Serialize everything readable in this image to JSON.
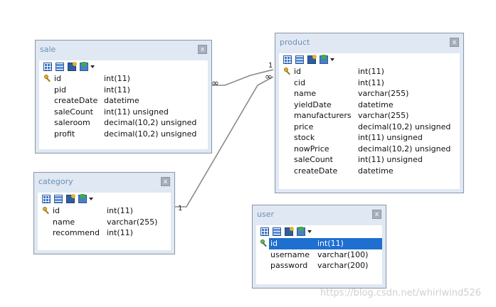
{
  "tables": {
    "sale": {
      "title": "sale",
      "close": "x",
      "rows": [
        {
          "name": "id",
          "type": "int(11)"
        },
        {
          "name": "pid",
          "type": "int(11)"
        },
        {
          "name": "createDate",
          "type": "datetime"
        },
        {
          "name": "saleCount",
          "type": "int(11) unsigned"
        },
        {
          "name": "saleroom",
          "type": "decimal(10,2) unsigned"
        },
        {
          "name": "profit",
          "type": "decimal(10,2) unsigned"
        }
      ]
    },
    "product": {
      "title": "product",
      "close": "x",
      "rows": [
        {
          "name": "id",
          "type": "int(11)"
        },
        {
          "name": "cid",
          "type": "int(11)"
        },
        {
          "name": "name",
          "type": "varchar(255)"
        },
        {
          "name": "yieldDate",
          "type": "datetime"
        },
        {
          "name": "manufacturers",
          "type": "varchar(255)"
        },
        {
          "name": "price",
          "type": "decimal(10,2) unsigned"
        },
        {
          "name": "stock",
          "type": "int(11) unsigned"
        },
        {
          "name": "nowPrice",
          "type": "decimal(10,2) unsigned"
        },
        {
          "name": "saleCount",
          "type": "int(11) unsigned"
        },
        {
          "name": "createDate",
          "type": "datetime"
        }
      ]
    },
    "category": {
      "title": "category",
      "close": "x",
      "rows": [
        {
          "name": "id",
          "type": "int(11)"
        },
        {
          "name": "name",
          "type": "varchar(255)"
        },
        {
          "name": "recommend",
          "type": "int(11)"
        }
      ]
    },
    "user": {
      "title": "user",
      "close": "x",
      "rows": [
        {
          "name": "id",
          "type": "int(11)"
        },
        {
          "name": "username",
          "type": "varchar(100)"
        },
        {
          "name": "password",
          "type": "varchar(200)"
        }
      ]
    }
  },
  "relations": [
    {
      "from": "sale",
      "to": "product",
      "from_card": "∞",
      "to_card": "1"
    },
    {
      "from": "category",
      "to": "product",
      "from_card": "1",
      "to_card": "∞"
    }
  ],
  "watermark": "https://blog.csdn.net/whirlwind526",
  "colors": {
    "title_text": "#6f8fb3",
    "frame_bg": "#dfe8f3",
    "selection": "#1f6fd1",
    "line": "#8a8a8a"
  }
}
